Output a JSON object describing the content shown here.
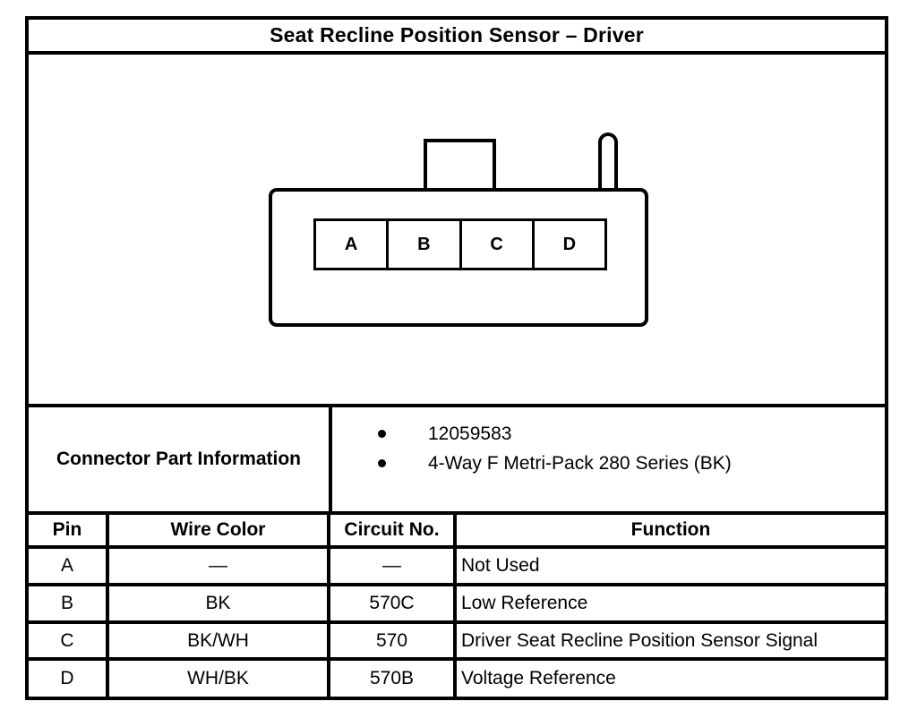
{
  "title": "Seat Recline Position Sensor – Driver",
  "diagram": {
    "pins": [
      "A",
      "B",
      "C",
      "D"
    ]
  },
  "connector_part_information": {
    "label": "Connector Part Information",
    "items": [
      "12059583",
      "4-Way F Metri-Pack 280 Series (BK)"
    ]
  },
  "pin_table": {
    "headers": [
      "Pin",
      "Wire Color",
      "Circuit No.",
      "Function"
    ],
    "rows": [
      {
        "pin": "A",
        "wire_color": "—",
        "circuit_no": "—",
        "function": "Not Used"
      },
      {
        "pin": "B",
        "wire_color": "BK",
        "circuit_no": "570C",
        "function": "Low Reference"
      },
      {
        "pin": "C",
        "wire_color": "BK/WH",
        "circuit_no": "570",
        "function": "Driver Seat Recline Position Sensor Signal"
      },
      {
        "pin": "D",
        "wire_color": "WH/BK",
        "circuit_no": "570B",
        "function": "Voltage Reference"
      }
    ]
  },
  "colors": {
    "line": "#000000",
    "background": "#ffffff"
  }
}
